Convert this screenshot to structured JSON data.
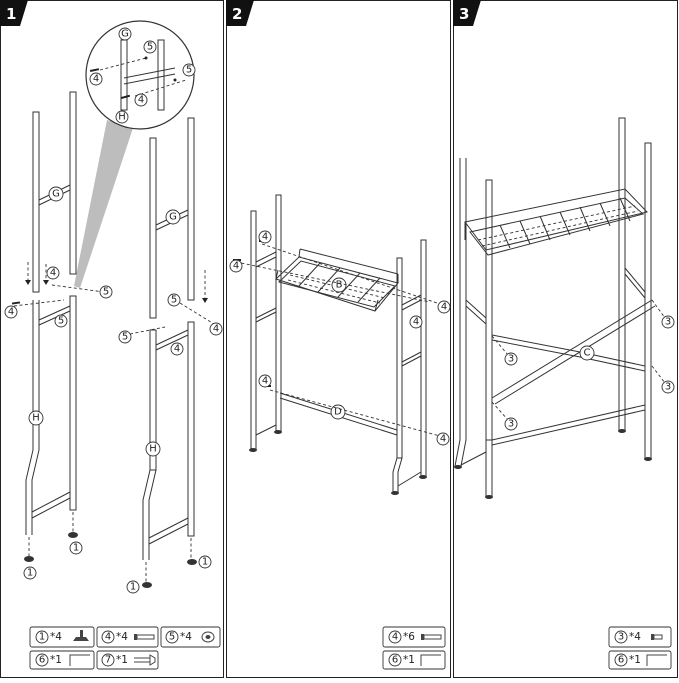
{
  "panels": [
    {
      "step": "1",
      "labels": {
        "G": "G",
        "H": "H"
      },
      "parts": {
        "p1": "1",
        "p4": "4",
        "p5": "5"
      },
      "legend": [
        {
          "circle": "1",
          "qty": "*4",
          "icon": "foot-icon"
        },
        {
          "circle": "4",
          "qty": "*4",
          "icon": "screw-icon"
        },
        {
          "circle": "5",
          "qty": "*4",
          "icon": "nut-icon"
        },
        {
          "circle": "6",
          "qty": "*1",
          "icon": "allen-key-icon"
        },
        {
          "circle": "7",
          "qty": "*1",
          "icon": "wrench-icon"
        }
      ]
    },
    {
      "step": "2",
      "labels": {
        "B": "B",
        "D": "D"
      },
      "parts": {
        "p4": "4"
      },
      "legend": [
        {
          "circle": "4",
          "qty": "*6",
          "icon": "screw-icon"
        },
        {
          "circle": "6",
          "qty": "*1",
          "icon": "allen-key-icon"
        }
      ]
    },
    {
      "step": "3",
      "labels": {
        "C": "C"
      },
      "parts": {
        "p3": "3"
      },
      "legend": [
        {
          "circle": "3",
          "qty": "*4",
          "icon": "small-screw-icon"
        },
        {
          "circle": "6",
          "qty": "*1",
          "icon": "allen-key-icon"
        }
      ]
    }
  ]
}
